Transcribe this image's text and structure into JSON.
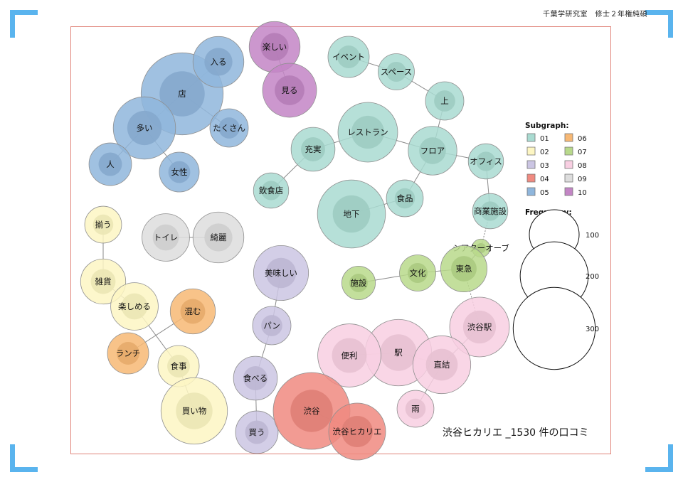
{
  "header": {
    "note": "千葉学研究室　修士２年権純碩"
  },
  "caption": "渋谷ヒカリエ _1530 件の口コミ",
  "legend": {
    "subgraph_title": "Subgraph:",
    "groups": [
      {
        "id": "01",
        "color": "#a9dbd1"
      },
      {
        "id": "02",
        "color": "#fdf6c3"
      },
      {
        "id": "03",
        "color": "#cbc5e3"
      },
      {
        "id": "04",
        "color": "#f08a80"
      },
      {
        "id": "05",
        "color": "#8fb6dc"
      },
      {
        "id": "06",
        "color": "#f7b874"
      },
      {
        "id": "07",
        "color": "#b8d98b"
      },
      {
        "id": "08",
        "color": "#f8cfe2"
      },
      {
        "id": "09",
        "color": "#dddddd"
      },
      {
        "id": "10",
        "color": "#c385c5"
      }
    ],
    "frequency_title": "Frequency:",
    "frequency": [
      {
        "label": "100",
        "value": 100
      },
      {
        "label": "200",
        "value": 200
      },
      {
        "label": "300",
        "value": 300
      }
    ]
  },
  "network": {
    "nodes": [
      {
        "id": "mise",
        "label": "店",
        "group": "05",
        "freq": 300
      },
      {
        "id": "hairu",
        "label": "入る",
        "group": "05",
        "freq": 105
      },
      {
        "id": "ooi",
        "label": "多い",
        "group": "05",
        "freq": 165
      },
      {
        "id": "takusan",
        "label": "たくさん",
        "group": "05",
        "freq": 55
      },
      {
        "id": "hito",
        "label": "人",
        "group": "05",
        "freq": 70
      },
      {
        "id": "josei",
        "label": "女性",
        "group": "05",
        "freq": 60
      },
      {
        "id": "tanoshii",
        "label": "楽しい",
        "group": "10",
        "freq": 105
      },
      {
        "id": "miru",
        "label": "見る",
        "group": "10",
        "freq": 120
      },
      {
        "id": "event",
        "label": "イベント",
        "group": "01",
        "freq": 65
      },
      {
        "id": "space",
        "label": "スペース",
        "group": "01",
        "freq": 48
      },
      {
        "id": "ue",
        "label": "上",
        "group": "01",
        "freq": 55
      },
      {
        "id": "restaurant",
        "label": "レストラン",
        "group": "01",
        "freq": 150
      },
      {
        "id": "floor",
        "label": "フロア",
        "group": "01",
        "freq": 95
      },
      {
        "id": "office",
        "label": "オフィス",
        "group": "01",
        "freq": 45
      },
      {
        "id": "juujitsu",
        "label": "充実",
        "group": "01",
        "freq": 75
      },
      {
        "id": "inshokuten",
        "label": "飲食店",
        "group": "01",
        "freq": 45
      },
      {
        "id": "shokuhin",
        "label": "食品",
        "group": "01",
        "freq": 50
      },
      {
        "id": "chika",
        "label": "地下",
        "group": "01",
        "freq": 200
      },
      {
        "id": "shougyou",
        "label": "商業施設",
        "group": "01",
        "freq": 45
      },
      {
        "id": "theater",
        "label": "シアターオーブ",
        "group": "07",
        "freq": 8
      },
      {
        "id": "toukyuu",
        "label": "東急",
        "group": "07",
        "freq": 85
      },
      {
        "id": "bunka",
        "label": "文化",
        "group": "07",
        "freq": 48
      },
      {
        "id": "shisetsu",
        "label": "施設",
        "group": "07",
        "freq": 40
      },
      {
        "id": "soroeru",
        "label": "揃う",
        "group": "02",
        "freq": 50
      },
      {
        "id": "zakka",
        "label": "雑貨",
        "group": "02",
        "freq": 80
      },
      {
        "id": "tanoshimeru",
        "label": "楽しめる",
        "group": "02",
        "freq": 90
      },
      {
        "id": "shokuji",
        "label": "食事",
        "group": "02",
        "freq": 65
      },
      {
        "id": "kaimono",
        "label": "買い物",
        "group": "02",
        "freq": 190
      },
      {
        "id": "toire",
        "label": "トイレ",
        "group": "09",
        "freq": 90
      },
      {
        "id": "kirei",
        "label": "綺麗",
        "group": "09",
        "freq": 105
      },
      {
        "id": "komu",
        "label": "混む",
        "group": "06",
        "freq": 80
      },
      {
        "id": "lunch",
        "label": "ランチ",
        "group": "06",
        "freq": 65
      },
      {
        "id": "oishii",
        "label": "美味しい",
        "group": "03",
        "freq": 125
      },
      {
        "id": "pan",
        "label": "パン",
        "group": "03",
        "freq": 55
      },
      {
        "id": "taberu",
        "label": "食べる",
        "group": "03",
        "freq": 75
      },
      {
        "id": "kau",
        "label": "買う",
        "group": "03",
        "freq": 70
      },
      {
        "id": "shibuyaeki",
        "label": "渋谷駅",
        "group": "08",
        "freq": 150
      },
      {
        "id": "eki",
        "label": "駅",
        "group": "08",
        "freq": 190
      },
      {
        "id": "benri",
        "label": "便利",
        "group": "08",
        "freq": 170
      },
      {
        "id": "chokketsu",
        "label": "直結",
        "group": "08",
        "freq": 140
      },
      {
        "id": "ame",
        "label": "雨",
        "group": "08",
        "freq": 50
      },
      {
        "id": "shibuya",
        "label": "渋谷",
        "group": "04",
        "freq": 260
      },
      {
        "id": "hikarie",
        "label": "渋谷ヒカリエ",
        "group": "04",
        "freq": 135
      }
    ],
    "edges": [
      {
        "from": "mise",
        "to": "hairu",
        "style": "solid"
      },
      {
        "from": "mise",
        "to": "ooi",
        "style": "solid"
      },
      {
        "from": "mise",
        "to": "takusan",
        "style": "solid"
      },
      {
        "from": "ooi",
        "to": "hito",
        "style": "solid"
      },
      {
        "from": "ooi",
        "to": "josei",
        "style": "solid"
      },
      {
        "from": "tanoshii",
        "to": "miru",
        "style": "solid"
      },
      {
        "from": "event",
        "to": "space",
        "style": "solid"
      },
      {
        "from": "space",
        "to": "ue",
        "style": "solid"
      },
      {
        "from": "ue",
        "to": "floor",
        "style": "solid"
      },
      {
        "from": "restaurant",
        "to": "floor",
        "style": "solid"
      },
      {
        "from": "restaurant",
        "to": "juujitsu",
        "style": "solid"
      },
      {
        "from": "juujitsu",
        "to": "inshokuten",
        "style": "solid"
      },
      {
        "from": "floor",
        "to": "office",
        "style": "solid"
      },
      {
        "from": "floor",
        "to": "shokuhin",
        "style": "solid"
      },
      {
        "from": "shokuhin",
        "to": "chika",
        "style": "solid"
      },
      {
        "from": "office",
        "to": "shougyou",
        "style": "solid"
      },
      {
        "from": "shougyou",
        "to": "theater",
        "style": "dotted"
      },
      {
        "from": "theater",
        "to": "toukyuu",
        "style": "solid"
      },
      {
        "from": "toukyuu",
        "to": "bunka",
        "style": "solid"
      },
      {
        "from": "bunka",
        "to": "shisetsu",
        "style": "solid"
      },
      {
        "from": "toukyuu",
        "to": "shibuyaeki",
        "style": "dotted"
      },
      {
        "from": "soroeru",
        "to": "zakka",
        "style": "solid"
      },
      {
        "from": "zakka",
        "to": "tanoshimeru",
        "style": "solid"
      },
      {
        "from": "tanoshimeru",
        "to": "shokuji",
        "style": "solid"
      },
      {
        "from": "shokuji",
        "to": "kaimono",
        "style": "solid"
      },
      {
        "from": "komu",
        "to": "lunch",
        "style": "solid"
      },
      {
        "from": "toire",
        "to": "kirei",
        "style": "solid"
      },
      {
        "from": "oishii",
        "to": "pan",
        "style": "solid"
      },
      {
        "from": "pan",
        "to": "taberu",
        "style": "solid"
      },
      {
        "from": "taberu",
        "to": "kau",
        "style": "solid"
      },
      {
        "from": "benri",
        "to": "eki",
        "style": "solid"
      },
      {
        "from": "eki",
        "to": "chokketsu",
        "style": "solid"
      },
      {
        "from": "chokketsu",
        "to": "shibuyaeki",
        "style": "solid"
      },
      {
        "from": "chokketsu",
        "to": "ame",
        "style": "solid"
      },
      {
        "from": "shibuya",
        "to": "hikarie",
        "style": "solid"
      }
    ]
  }
}
